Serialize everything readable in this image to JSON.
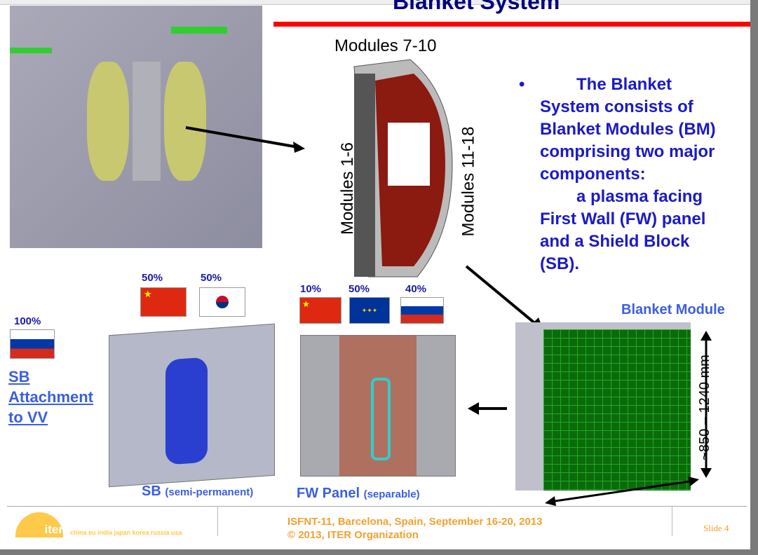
{
  "title": "Blanket System",
  "labels": {
    "modules_7_10": "Modules 7-10",
    "modules_1_6": "Modules 1-6",
    "modules_11_18": "Modules 11-18",
    "blanket_module": "Blanket Module",
    "dimension": "~850 – 1240 mm"
  },
  "bullet": {
    "marker": "•",
    "lines": [
      "The Blanket System consists of Blanket Modules (BM) comprising two major components:",
      "a plasma facing First Wall (FW) panel and a Shield Block (SB)."
    ]
  },
  "sb_shares": [
    {
      "pct": "50%",
      "country": "china"
    },
    {
      "pct": "50%",
      "country": "korea"
    }
  ],
  "fw_shares": [
    {
      "pct": "10%",
      "country": "china"
    },
    {
      "pct": "50%",
      "country": "eu"
    },
    {
      "pct": "40%",
      "country": "russia"
    }
  ],
  "attachment": {
    "pct": "100%",
    "country": "russia",
    "label": "SB Attachment to VV"
  },
  "captions": {
    "sb": "SB",
    "sb_sub": "(semi-permanent)",
    "fw": "FW Panel",
    "fw_sub": "(separable)"
  },
  "footer": {
    "logo": "iter",
    "partners": "china eu india japan korea russia usa",
    "line1": "ISFNT-11, Barcelona, Spain, September 16-20, 2013",
    "line2": "© 2013, ITER Organization",
    "slide": "Slide 4"
  }
}
